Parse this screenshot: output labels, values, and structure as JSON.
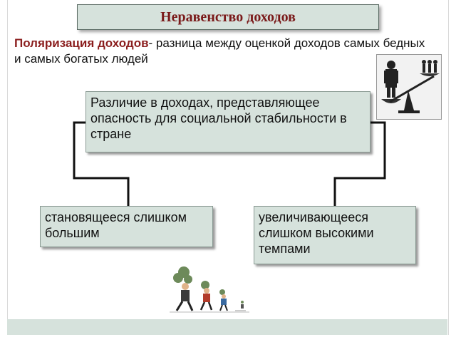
{
  "slide": {
    "title": "Неравенство доходов",
    "intro": {
      "term": "Поляризация доходов",
      "definition": "- разница между оценкой доходов самых бедных и самых богатых людей"
    },
    "diagram": {
      "main_node": "Различие в доходах, представляющее опасность для социальной стабильности в стране",
      "left_node": "становящееся слишком большим",
      "right_node": "увеличивающееся слишком высокими темпами"
    },
    "icons": {
      "top_picture": "scales-rich-poor-illustration",
      "bottom_picture": "people-carrying-money-bags-illustration"
    },
    "colors": {
      "box_fill": "#d6e2dc",
      "title_text": "#7a1a1a",
      "term_text": "#8b1e1e",
      "connector": "#111111"
    }
  }
}
